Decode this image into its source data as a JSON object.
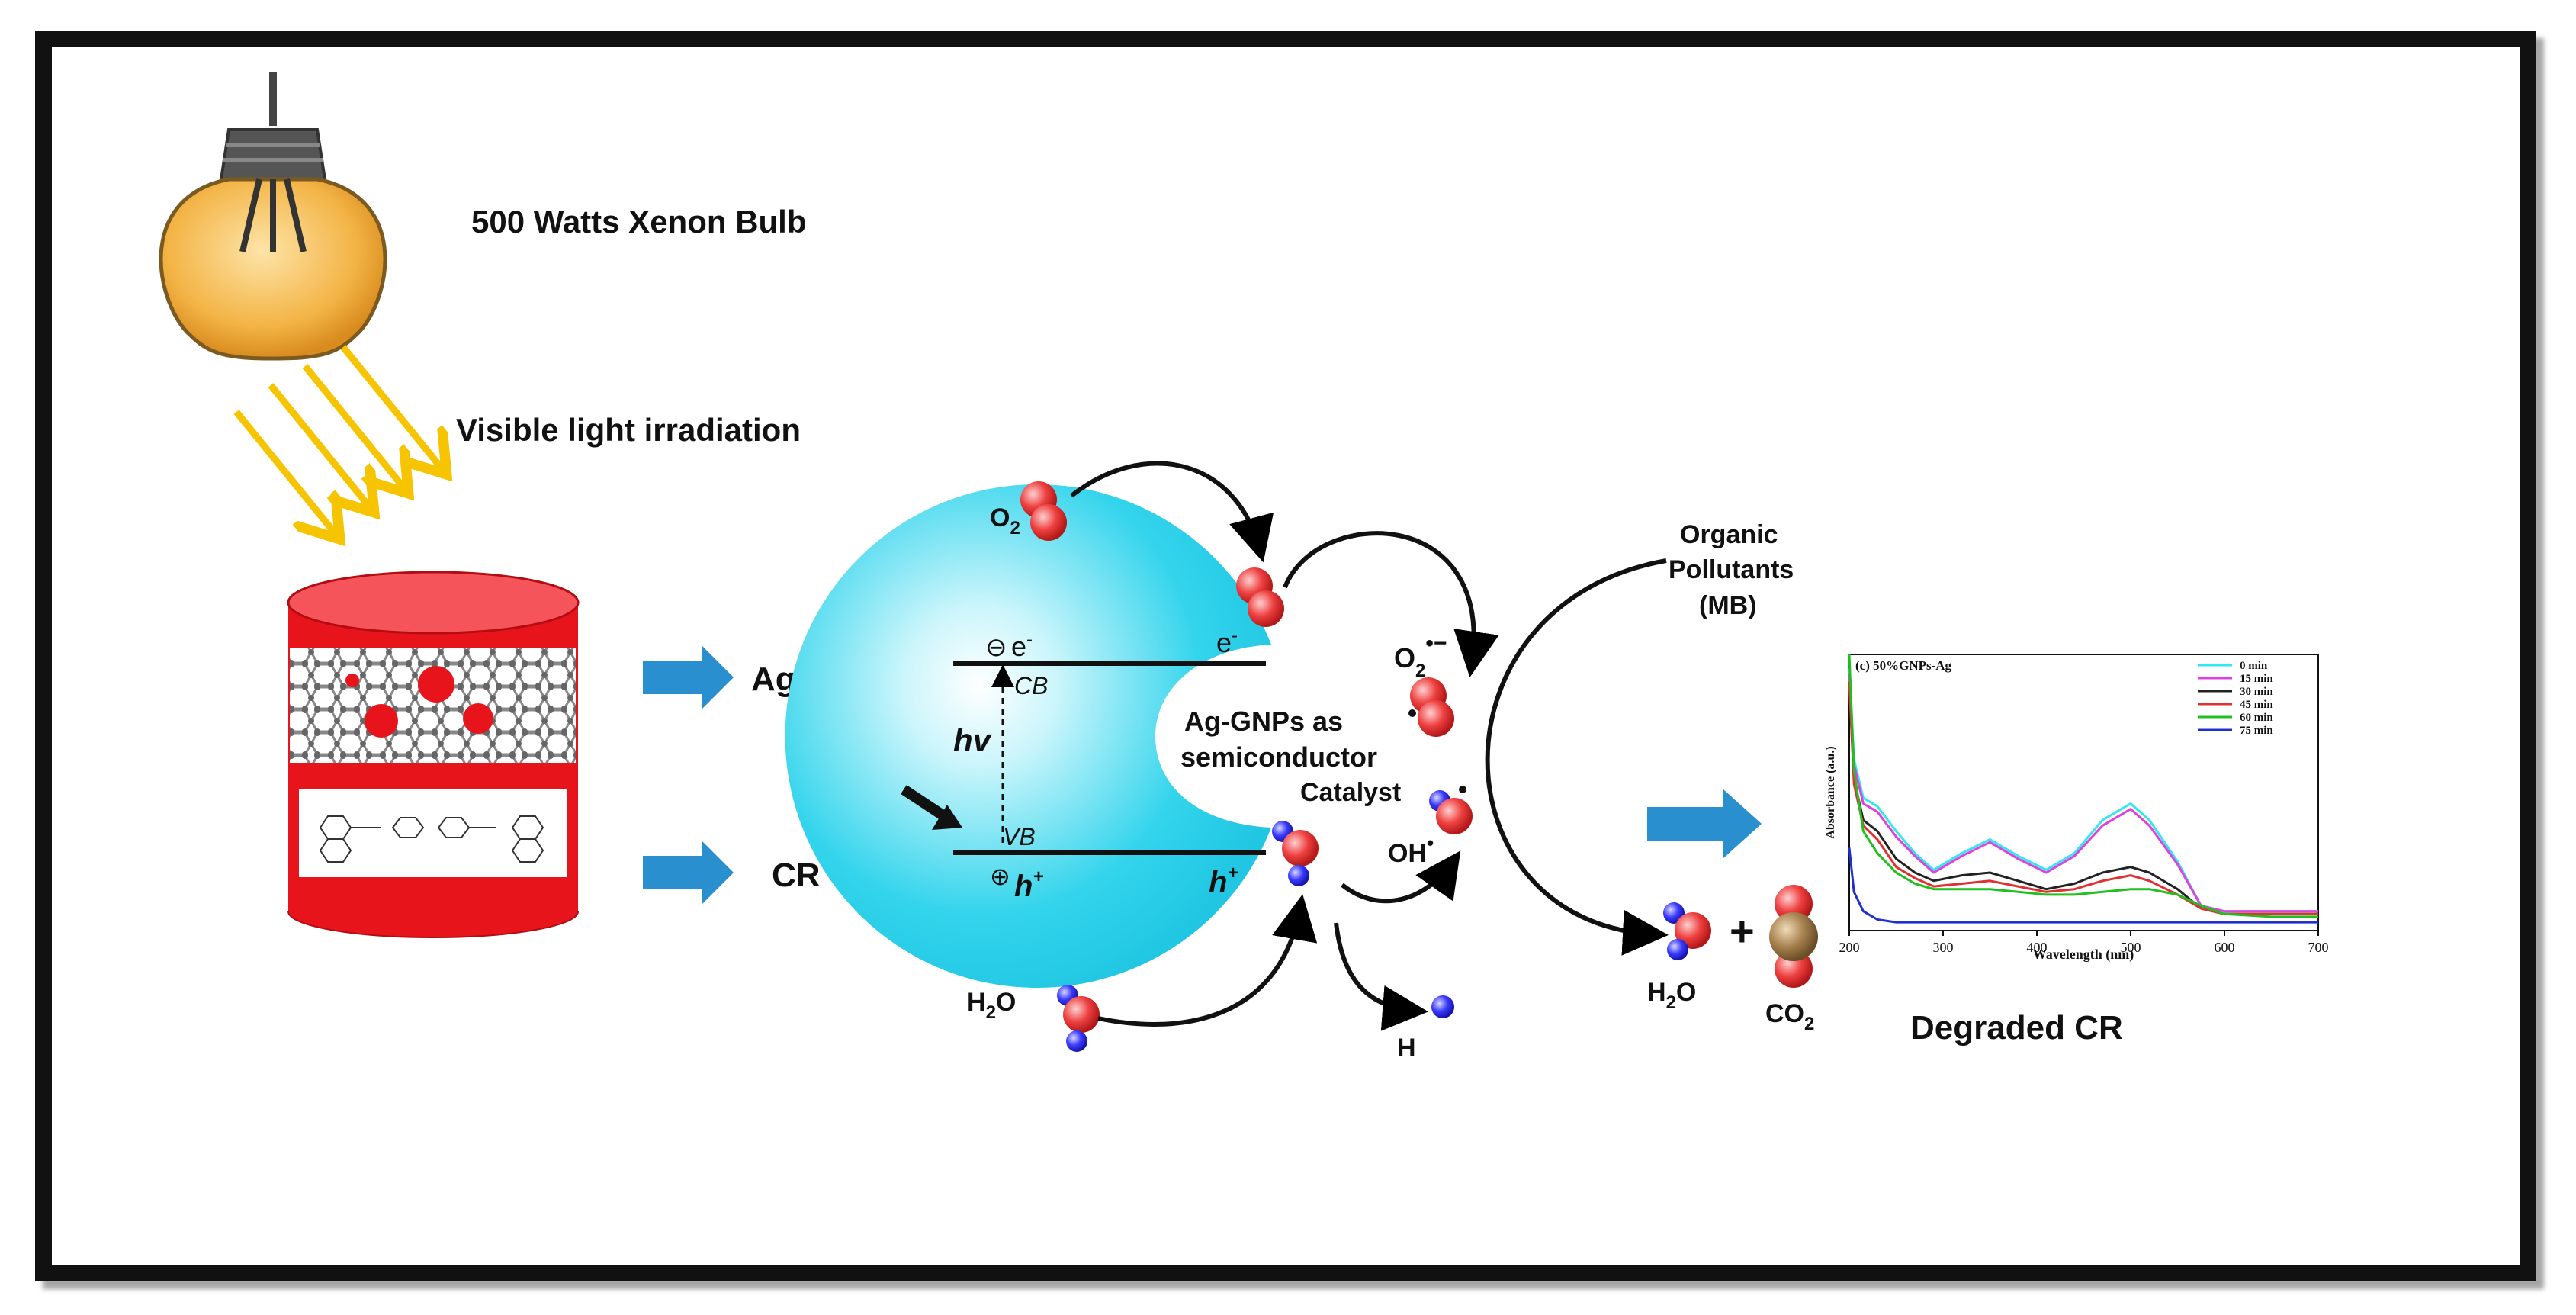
{
  "labels": {
    "bulb": "500 Watts Xenon Bulb",
    "irradiation": "Visible light irradiation",
    "ag_gnps": "Ag-GNPs",
    "cr": "CR",
    "o2": "O",
    "o2_sub": "2",
    "e_minus": "e",
    "cb": "CB",
    "vb": "VB",
    "hv": "hv",
    "h_plus": "h",
    "catalyst_line1": "Ag-GNPs  as",
    "catalyst_line2": "semiconductor",
    "catalyst_line3": "Catalyst",
    "o2_radical": "O",
    "oh_radical": "OH",
    "h2o": "H",
    "h2o_sub": "2",
    "h2o_tail": "O",
    "h": "H",
    "organic1": "Organic",
    "organic2": "Pollutants",
    "organic3": "(MB)",
    "h2o_product": "H",
    "co2": "CO",
    "co2_sub": "2",
    "plus": "+",
    "degraded": "Degraded CR"
  },
  "colors": {
    "red_can": "#e8141c",
    "cyan_semiconductor": "#33d4ec",
    "arrow_blue": "#2a8fcf",
    "light_ray": "#f6c400",
    "oxygen": "#e83a3a",
    "hydrogen": "#3a3aff",
    "carbon": "#9a7a4a"
  },
  "chart_data": {
    "type": "line",
    "title": "(c) 50%GNPs-Ag",
    "xlabel": "Wavelength (nm)",
    "ylabel": "Absorbance (a.u.)",
    "xlim": [
      200,
      700
    ],
    "xticks": [
      200,
      300,
      400,
      500,
      600,
      700
    ],
    "ylim": [
      0,
      1
    ],
    "legend_position": "top-right",
    "x": [
      200,
      205,
      215,
      230,
      250,
      270,
      290,
      320,
      350,
      380,
      410,
      440,
      470,
      500,
      520,
      550,
      575,
      600,
      650,
      700
    ],
    "series": [
      {
        "name": "0 min",
        "color": "#2fe8f0",
        "values": [
          0.95,
          0.62,
          0.48,
          0.45,
          0.36,
          0.28,
          0.22,
          0.28,
          0.33,
          0.27,
          0.22,
          0.28,
          0.4,
          0.46,
          0.4,
          0.25,
          0.09,
          0.07,
          0.07,
          0.07
        ]
      },
      {
        "name": "15 min",
        "color": "#e040e0",
        "values": [
          0.93,
          0.6,
          0.46,
          0.43,
          0.34,
          0.27,
          0.21,
          0.27,
          0.32,
          0.26,
          0.21,
          0.27,
          0.38,
          0.44,
          0.38,
          0.24,
          0.09,
          0.07,
          0.07,
          0.07
        ]
      },
      {
        "name": "30 min",
        "color": "#222222",
        "values": [
          0.9,
          0.55,
          0.4,
          0.36,
          0.26,
          0.21,
          0.18,
          0.2,
          0.21,
          0.18,
          0.15,
          0.17,
          0.21,
          0.23,
          0.21,
          0.15,
          0.08,
          0.06,
          0.06,
          0.06
        ]
      },
      {
        "name": "45 min",
        "color": "#e03030",
        "values": [
          0.9,
          0.53,
          0.38,
          0.33,
          0.23,
          0.19,
          0.16,
          0.17,
          0.18,
          0.16,
          0.14,
          0.15,
          0.18,
          0.2,
          0.18,
          0.13,
          0.08,
          0.06,
          0.06,
          0.06
        ]
      },
      {
        "name": "60 min",
        "color": "#20c020",
        "values": [
          1.0,
          0.58,
          0.36,
          0.28,
          0.21,
          0.17,
          0.15,
          0.15,
          0.15,
          0.14,
          0.13,
          0.13,
          0.14,
          0.15,
          0.15,
          0.13,
          0.09,
          0.06,
          0.05,
          0.05
        ]
      },
      {
        "name": "75 min",
        "color": "#2030d0",
        "values": [
          0.3,
          0.14,
          0.07,
          0.04,
          0.03,
          0.03,
          0.03,
          0.03,
          0.03,
          0.03,
          0.03,
          0.03,
          0.03,
          0.03,
          0.03,
          0.03,
          0.03,
          0.03,
          0.03,
          0.03
        ]
      }
    ]
  }
}
